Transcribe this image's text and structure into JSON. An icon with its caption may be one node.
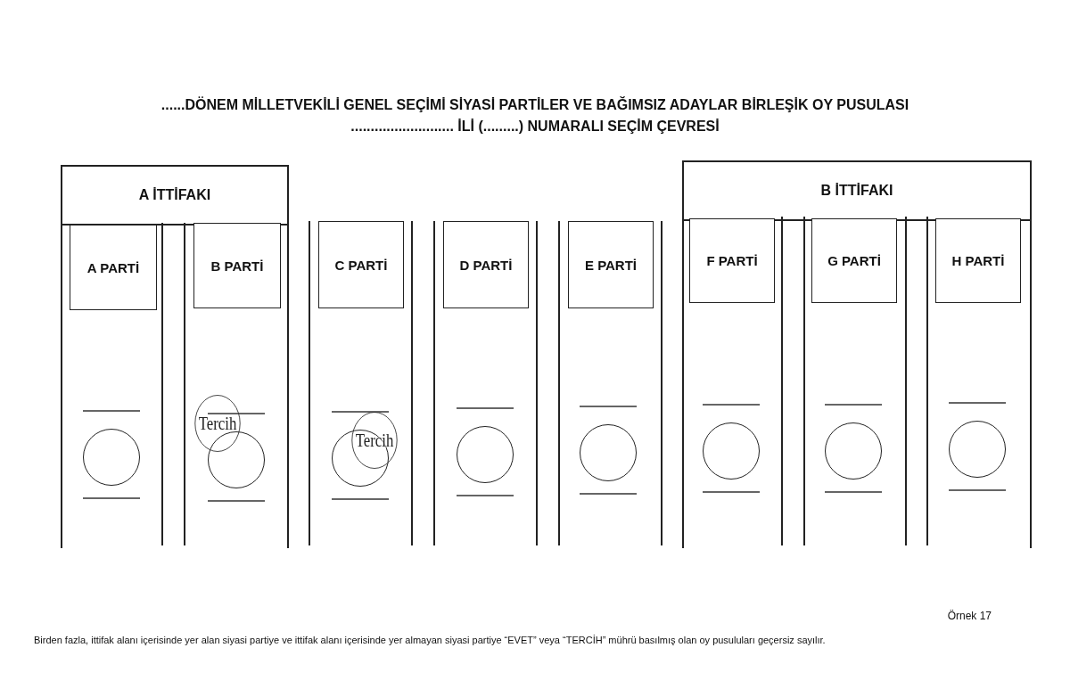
{
  "diagram": {
    "title": "......DÖNEM MİLLETVEKİLİ GENEL SEÇİMİ SİYASİ PARTİLER VE BAĞIMSIZ ADAYLAR BİRLEŞİK OY PUSULASI",
    "nodes": [
      {
        "text": [
          "A İTTİFAKI"
        ]
      },
      {
        "text": [
          "A PARTİ"
        ],
        "in": 0
      },
      {
        "text": [],
        "shape": "circle",
        "in": 0
      },
      {
        "text": [
          "B PARTİ"
        ],
        "in": 0
      },
      {
        "text": [
          "Tercih"
        ],
        "in": 0
      },
      {
        "text": [],
        "shape": "circle",
        "in": 0
      },
      {
        "text": [
          "C PARTİ"
        ]
      },
      {
        "text": [
          "Tercih"
        ]
      },
      {
        "text": [],
        "shape": "circle"
      },
      {
        "text": [
          "D PARTİ"
        ]
      },
      {
        "text": [],
        "shape": "circle"
      },
      {
        "text": [
          "E PARTİ"
        ]
      },
      {
        "text": [],
        "shape": "circle"
      },
      {
        "text": [
          "B İTTİFAKI"
        ]
      },
      {
        "text": [
          "F PARTİ"
        ],
        "in": 13
      },
      {
        "text": [],
        "shape": "circle",
        "in": 13
      },
      {
        "text": [
          "G PARTİ"
        ],
        "in": 13
      },
      {
        "text": [],
        "shape": "circle",
        "in": 13
      },
      {
        "text": [
          "H PARTİ"
        ],
        "in": 13
      },
      {
        "text": [],
        "shape": "circle",
        "in": 13
      }
    ],
    "labels": [
      ".......................... İLİ (.........) NUMARALI SEÇİM ÇEVRESİ",
      "Örnek 17"
    ],
    "caption": "Birden fazla, ittifak alanı içerisinde yer alan siyasi partiye ve ittifak alanı içerisinde yer almayan siyasi partiye “EVET” veya “TERCİH” mührü basılmış olan oy pusuluları geçersiz sayılır."
  }
}
